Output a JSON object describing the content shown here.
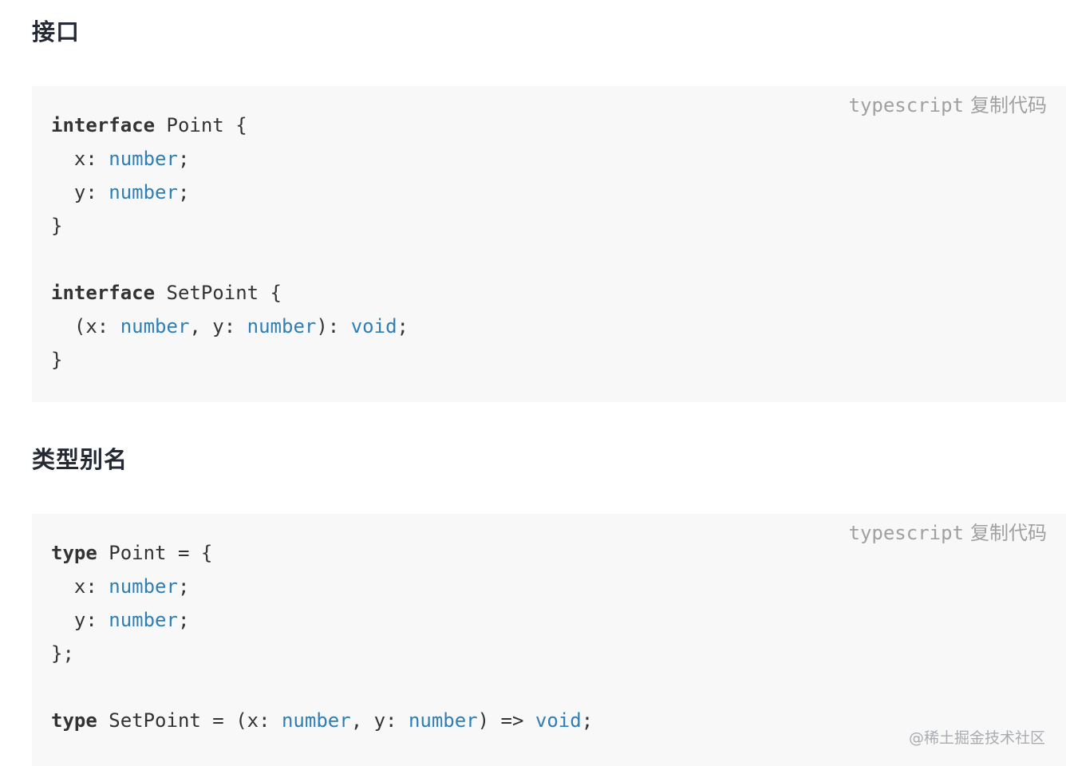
{
  "sections": [
    {
      "heading": "接口",
      "language": "typescript",
      "copy_label": "复制代码",
      "lines": [
        [
          {
            "t": "interface",
            "c": "kw"
          },
          {
            "t": " Point {"
          }
        ],
        [
          {
            "t": "  x: "
          },
          {
            "t": "number",
            "c": "ty"
          },
          {
            "t": ";"
          }
        ],
        [
          {
            "t": "  y: "
          },
          {
            "t": "number",
            "c": "ty"
          },
          {
            "t": ";"
          }
        ],
        [
          {
            "t": "}"
          }
        ],
        [],
        [
          {
            "t": "interface",
            "c": "kw"
          },
          {
            "t": " SetPoint {"
          }
        ],
        [
          {
            "t": "  (x: "
          },
          {
            "t": "number",
            "c": "ty"
          },
          {
            "t": ", y: "
          },
          {
            "t": "number",
            "c": "ty"
          },
          {
            "t": "): "
          },
          {
            "t": "void",
            "c": "ty"
          },
          {
            "t": ";"
          }
        ],
        [
          {
            "t": "}"
          }
        ]
      ]
    },
    {
      "heading": "类型别名",
      "language": "typescript",
      "copy_label": "复制代码",
      "lines": [
        [
          {
            "t": "type",
            "c": "kw"
          },
          {
            "t": " Point = {"
          }
        ],
        [
          {
            "t": "  x: "
          },
          {
            "t": "number",
            "c": "ty"
          },
          {
            "t": ";"
          }
        ],
        [
          {
            "t": "  y: "
          },
          {
            "t": "number",
            "c": "ty"
          },
          {
            "t": ";"
          }
        ],
        [
          {
            "t": "};"
          }
        ],
        [],
        [
          {
            "t": "type",
            "c": "kw"
          },
          {
            "t": " SetPoint = (x: "
          },
          {
            "t": "number",
            "c": "ty"
          },
          {
            "t": ", y: "
          },
          {
            "t": "number",
            "c": "ty"
          },
          {
            "t": ") => "
          },
          {
            "t": "void",
            "c": "ty"
          },
          {
            "t": ";"
          }
        ]
      ]
    }
  ],
  "watermark": "@稀土掘金技术社区",
  "colors": {
    "code_background": "#f8f8f8",
    "type_token": "#2f7fb5",
    "muted_label": "#a0a0a0"
  }
}
